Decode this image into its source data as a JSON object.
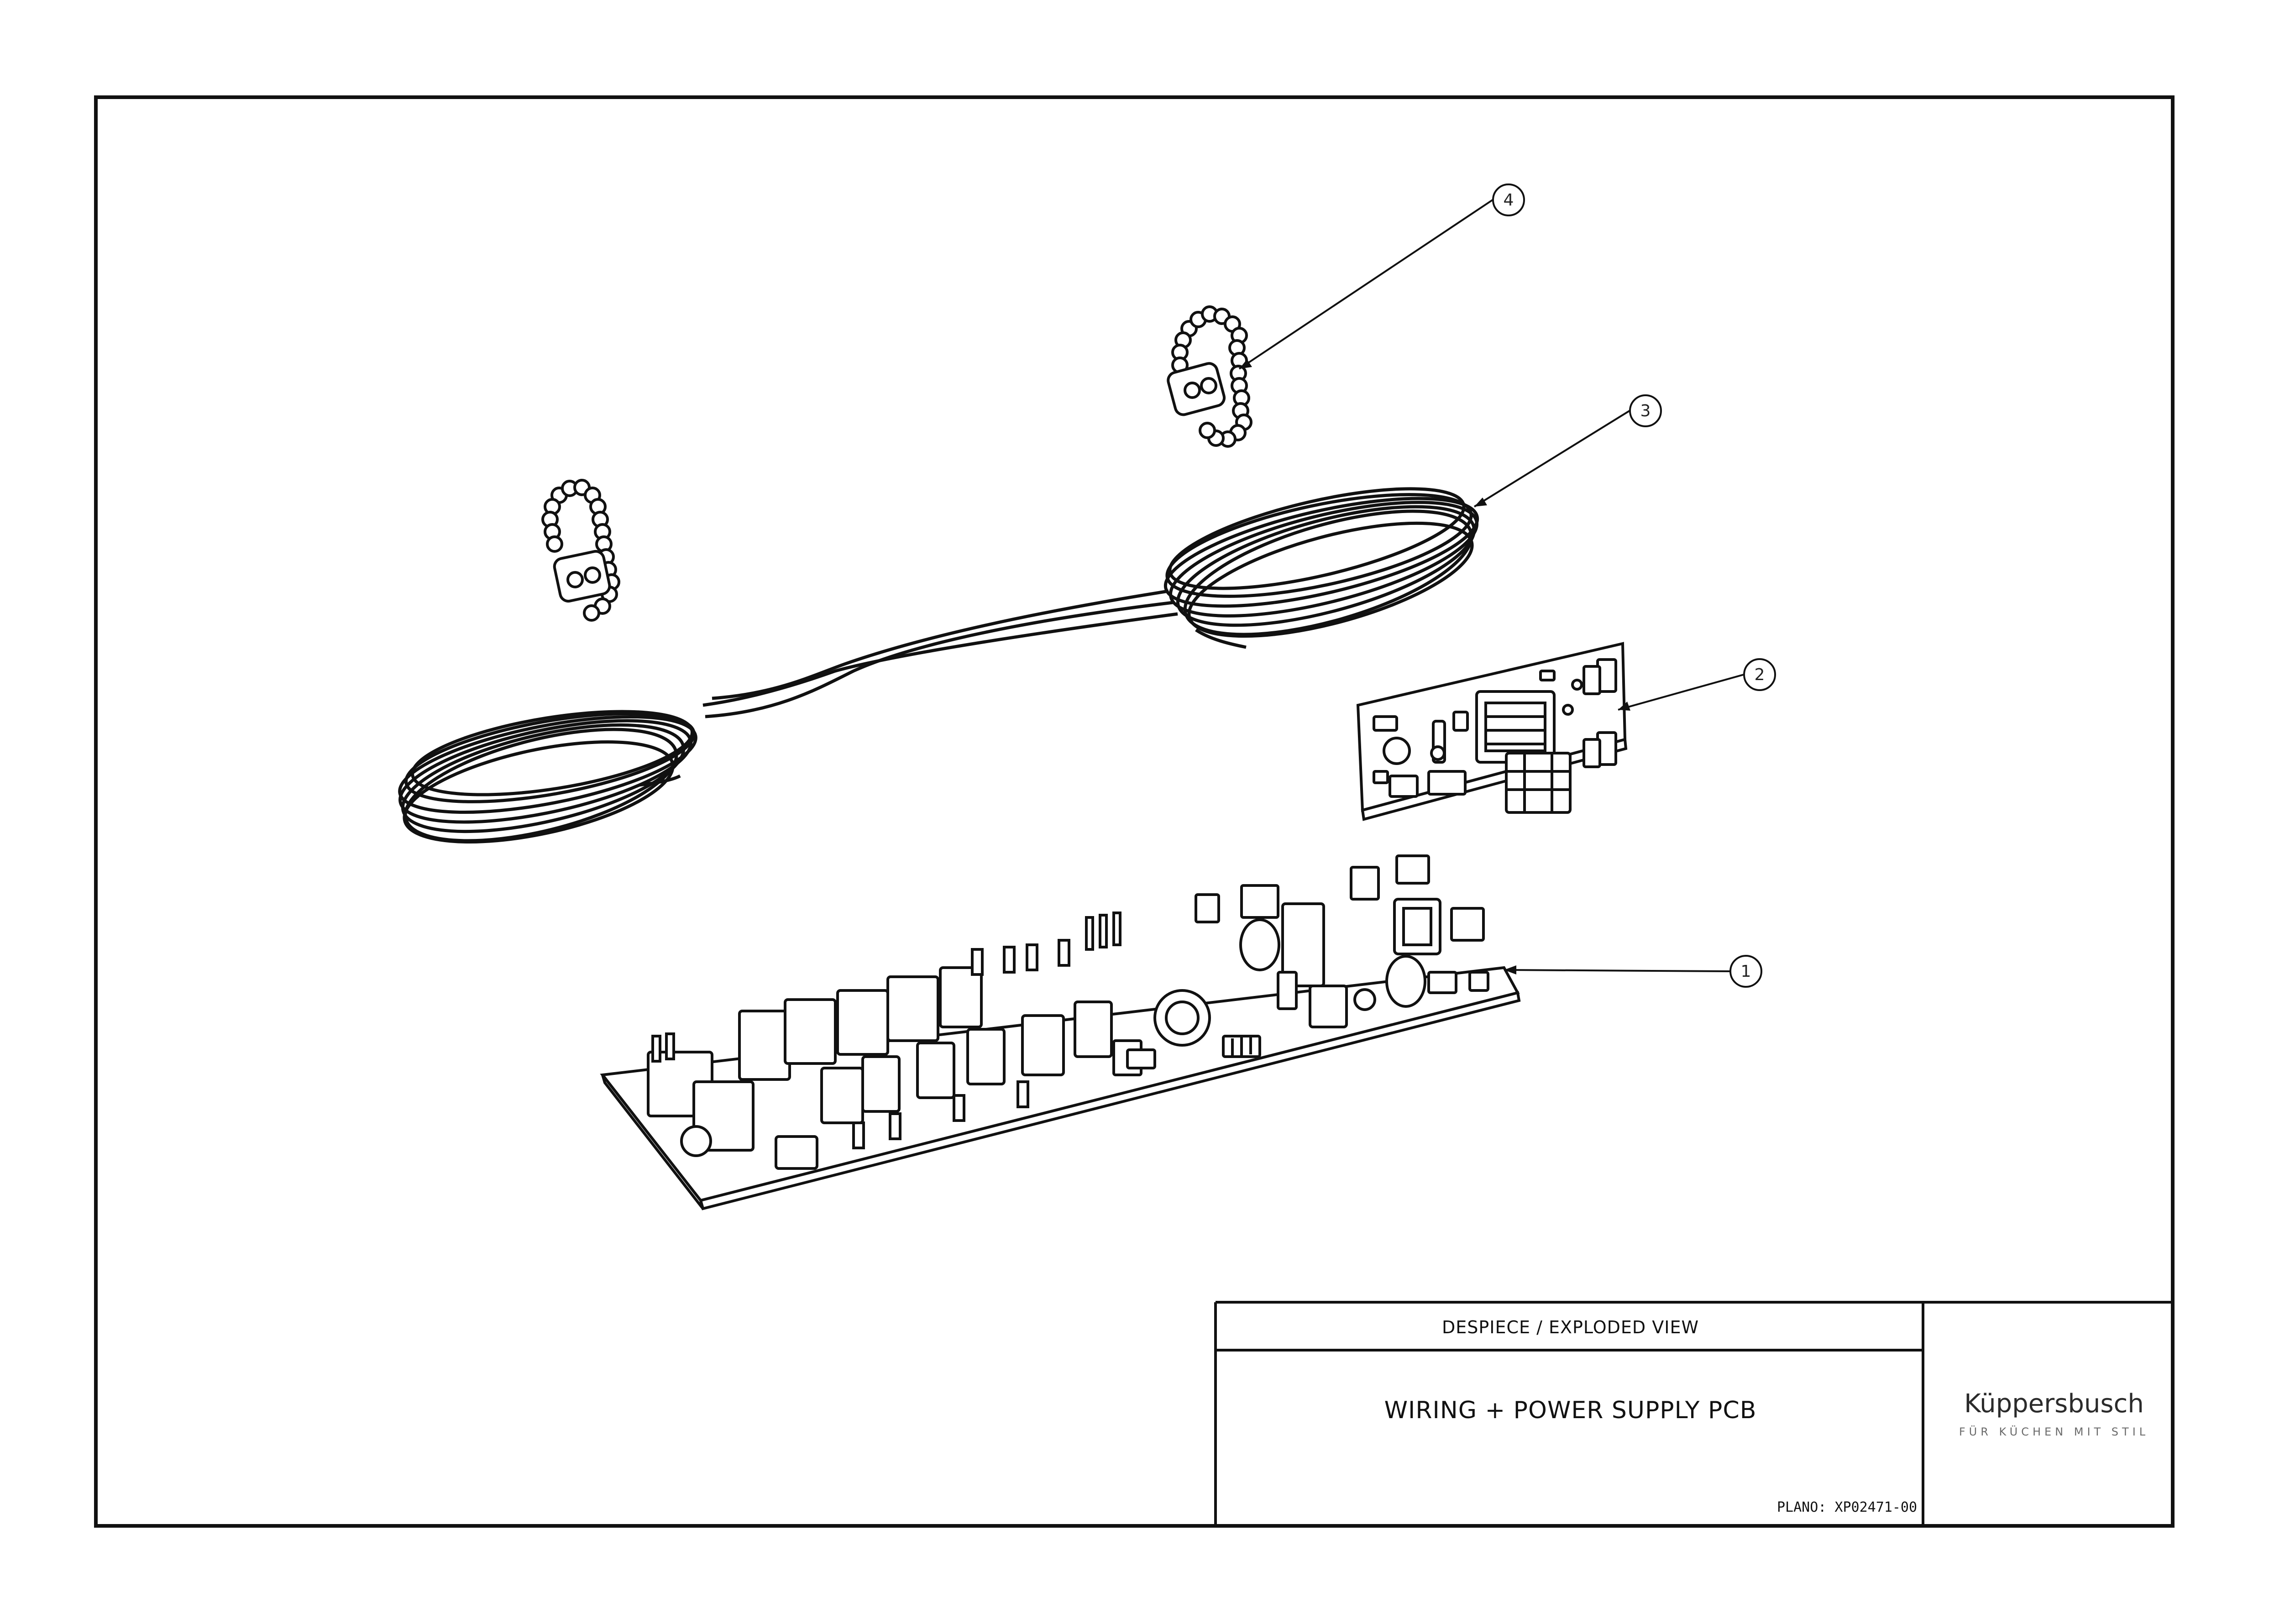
{
  "title_block": {
    "header": "DESPIECE / EXPLODED VIEW",
    "title": "WIRING + POWER SUPPLY PCB",
    "plano": "PLANO: XP02471-00",
    "brand": "Küppersbusch",
    "tagline": "FÜR KÜCHEN MIT STIL"
  },
  "callouts": [
    {
      "number": "1",
      "part": "main-pcb"
    },
    {
      "number": "2",
      "part": "power-supply-pcb"
    },
    {
      "number": "3",
      "part": "wiring-harness"
    },
    {
      "number": "4",
      "part": "bead-chain-tie"
    }
  ],
  "colors": {
    "line": "#111111",
    "brand_text": "#2b2b2b",
    "tagline_text": "#6a6a6a"
  }
}
